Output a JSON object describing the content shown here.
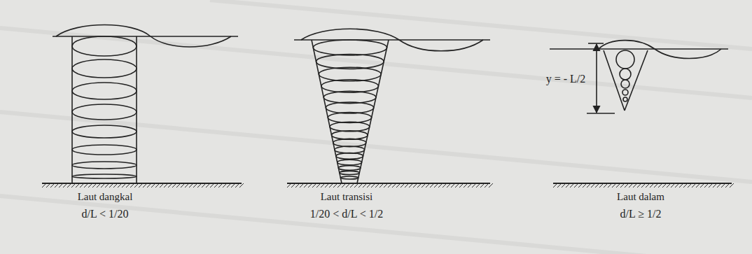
{
  "diagram": {
    "labels": [
      "Laut dangkal",
      "d/L < 1/20",
      "Laut transisi",
      "1/20 < d/L < 1/2",
      "y = - L/2",
      "Laut dalam",
      "d/L ≥ 1/2"
    ]
  }
}
